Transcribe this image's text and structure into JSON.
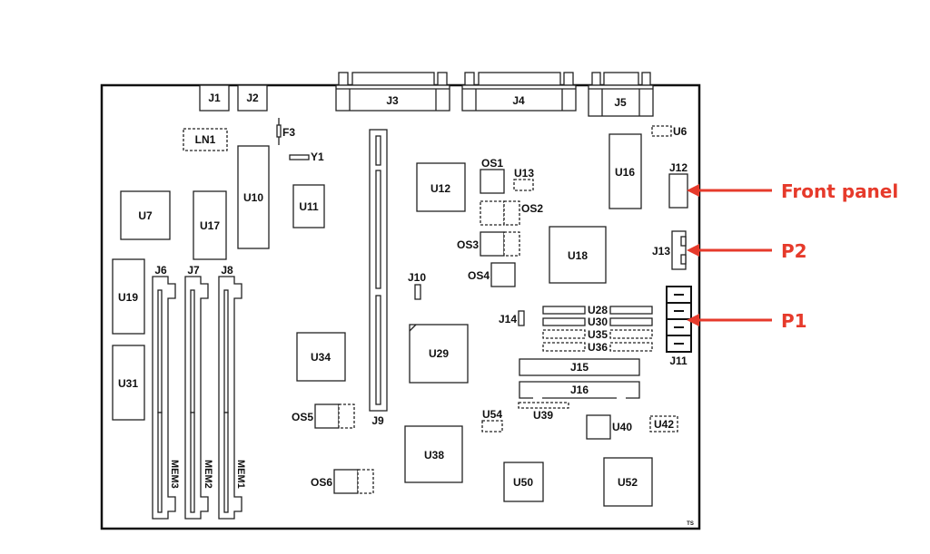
{
  "diagram": {
    "type": "motherboard-layout",
    "corner_mark": "TS",
    "connectors": {
      "J1": "J1",
      "J2": "J2",
      "J3": "J3",
      "J4": "J4",
      "J5": "J5",
      "J6": "J6",
      "J7": "J7",
      "J8": "J8",
      "J9": "J9",
      "J10": "J10",
      "J11": "J11",
      "J12": "J12",
      "J13": "J13",
      "J14": "J14",
      "J15": "J15",
      "J16": "J16"
    },
    "memory_slots": {
      "MEM1": "MEM1",
      "MEM2": "MEM2",
      "MEM3": "MEM3"
    },
    "chips": {
      "U6": "U6",
      "U7": "U7",
      "U10": "U10",
      "U11": "U11",
      "U12": "U12",
      "U13": "U13",
      "U16": "U16",
      "U17": "U17",
      "U18": "U18",
      "U19": "U19",
      "U28": "U28",
      "U29": "U29",
      "U30": "U30",
      "U31": "U31",
      "U34": "U34",
      "U35": "U35",
      "U36": "U36",
      "U38": "U38",
      "U39": "U39",
      "U40": "U40",
      "U42": "U42",
      "U50": "U50",
      "U52": "U52",
      "U54": "U54"
    },
    "oscillators": {
      "OS1": "OS1",
      "OS2": "OS2",
      "OS3": "OS3",
      "OS4": "OS4",
      "OS5": "OS5",
      "OS6": "OS6"
    },
    "misc": {
      "LN1": "LN1",
      "F3": "F3",
      "Y1": "Y1"
    },
    "callouts": [
      {
        "label": "Front panel",
        "target": "J12"
      },
      {
        "label": "P2",
        "target": "J13"
      },
      {
        "label": "P1",
        "target": "J11"
      }
    ],
    "callout_color": "#e63a2b"
  }
}
